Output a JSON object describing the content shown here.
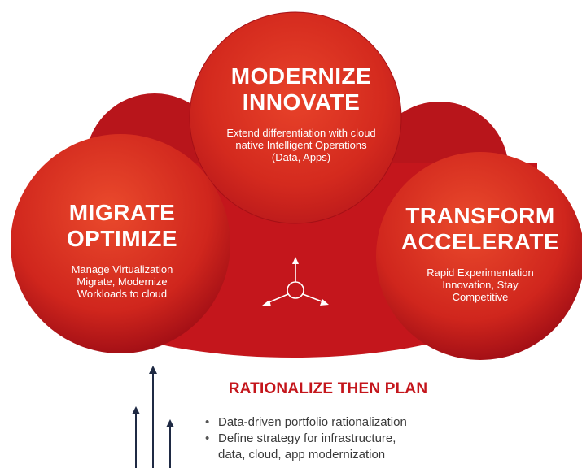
{
  "cloud": {
    "colors": {
      "outer": "#c4161c",
      "mid": "#d42a1e",
      "inner": "#e8432a",
      "edge": "#8e0e10"
    }
  },
  "modernize": {
    "title_line1": "MODERNIZE",
    "title_line2": "INNOVATE",
    "desc_line1": "Extend differentiation with cloud",
    "desc_line2": "native Intelligent Operations",
    "desc_line3": "(Data, Apps)"
  },
  "migrate": {
    "title_line1": "MIGRATE",
    "title_line2": "OPTIMIZE",
    "desc_line1": "Manage Virtualization",
    "desc_line2": "Migrate, Modernize",
    "desc_line3": "Workloads to cloud"
  },
  "transform": {
    "title_line1": "TRANSFORM",
    "title_line2": "ACCELERATE",
    "desc_line1": "Rapid Experimentation",
    "desc_line2": "Innovation, Stay",
    "desc_line3": "Competitive"
  },
  "center_icon": "three-way-arrows-hub-icon",
  "plan": {
    "title": "RATIONALIZE THEN PLAN",
    "bullets": [
      "Data-driven portfolio rationalization",
      "Define strategy for infrastructure,",
      "data, cloud, app modernization"
    ],
    "arrow_color": "#1f2a44",
    "arrow_icon": "upward-arrows-icon"
  }
}
